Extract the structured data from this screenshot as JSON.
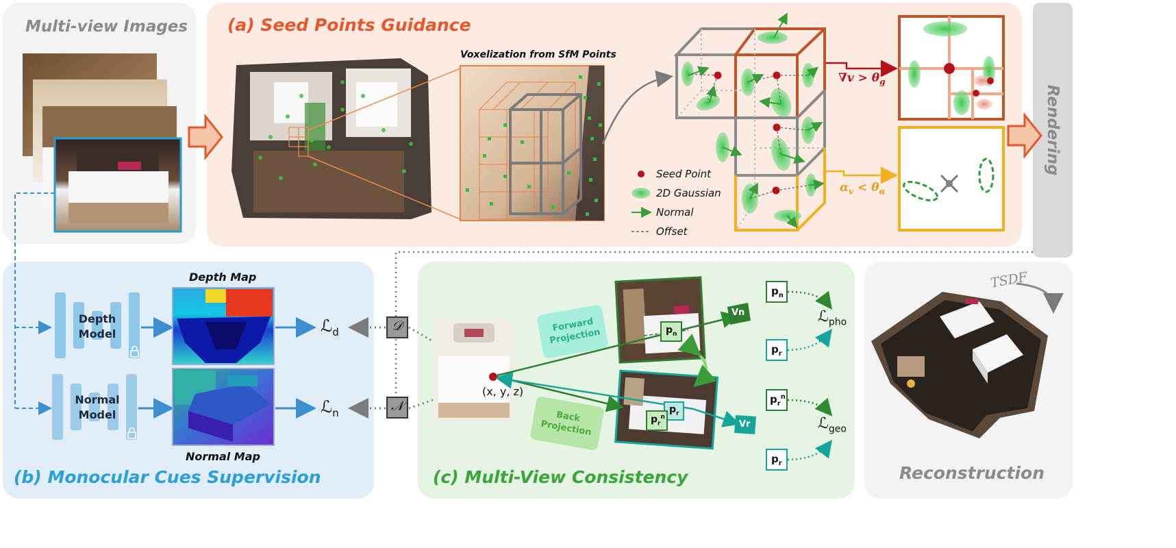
{
  "multiview": {
    "title": "Multi-view Images"
  },
  "seed": {
    "title": "(a) Seed Points Guidance",
    "voxel_label": "Voxelization from SfM Points",
    "cond_grow": "∇v > θ",
    "cond_grow_sub": "g",
    "cond_prune": "α",
    "cond_prune_mid": " < θ",
    "cond_prune_sub1": "v",
    "cond_prune_sub2": "α",
    "legend": {
      "seed_point": "Seed Point",
      "gaussian": "2D Gaussian",
      "normal": "Normal",
      "offset": "Offset"
    }
  },
  "rendering": {
    "label": "Rendering"
  },
  "mono": {
    "title": "(b) Monocular Cues Supervision",
    "depth_model": [
      "Depth",
      "Model"
    ],
    "normal_model": [
      "Normal",
      "Model"
    ],
    "depth_map": "Depth Map",
    "normal_map": "Normal Map",
    "loss_d": "ℒ",
    "loss_d_sub": "d",
    "loss_n": "ℒ",
    "loss_n_sub": "n",
    "sym_d": "𝒟",
    "sym_n": "𝒩"
  },
  "mvc": {
    "title": "(c) Multi-View Consistency",
    "point": "(x, y, z)",
    "forward": [
      "Forward",
      "Projection"
    ],
    "back": [
      "Back",
      "Projection"
    ],
    "vn": "Vn",
    "vr": "Vr",
    "pn": "p",
    "pn_sub": "n",
    "pr": "p",
    "pr_sub": "r",
    "prn_sub": "r",
    "prn_sup": "n",
    "loss_pho": "ℒ",
    "loss_pho_sub": "pho",
    "loss_geo": "ℒ",
    "loss_geo_sub": "geo"
  },
  "recon": {
    "title": "Reconstruction",
    "tsdf": "TSDF"
  },
  "colors": {
    "orange": "#e8572a",
    "blue": "#2b9fd8",
    "green": "#3aa53a",
    "teal": "#1aa89a",
    "darkred": "#b5121b",
    "gold": "#f2b01e"
  }
}
